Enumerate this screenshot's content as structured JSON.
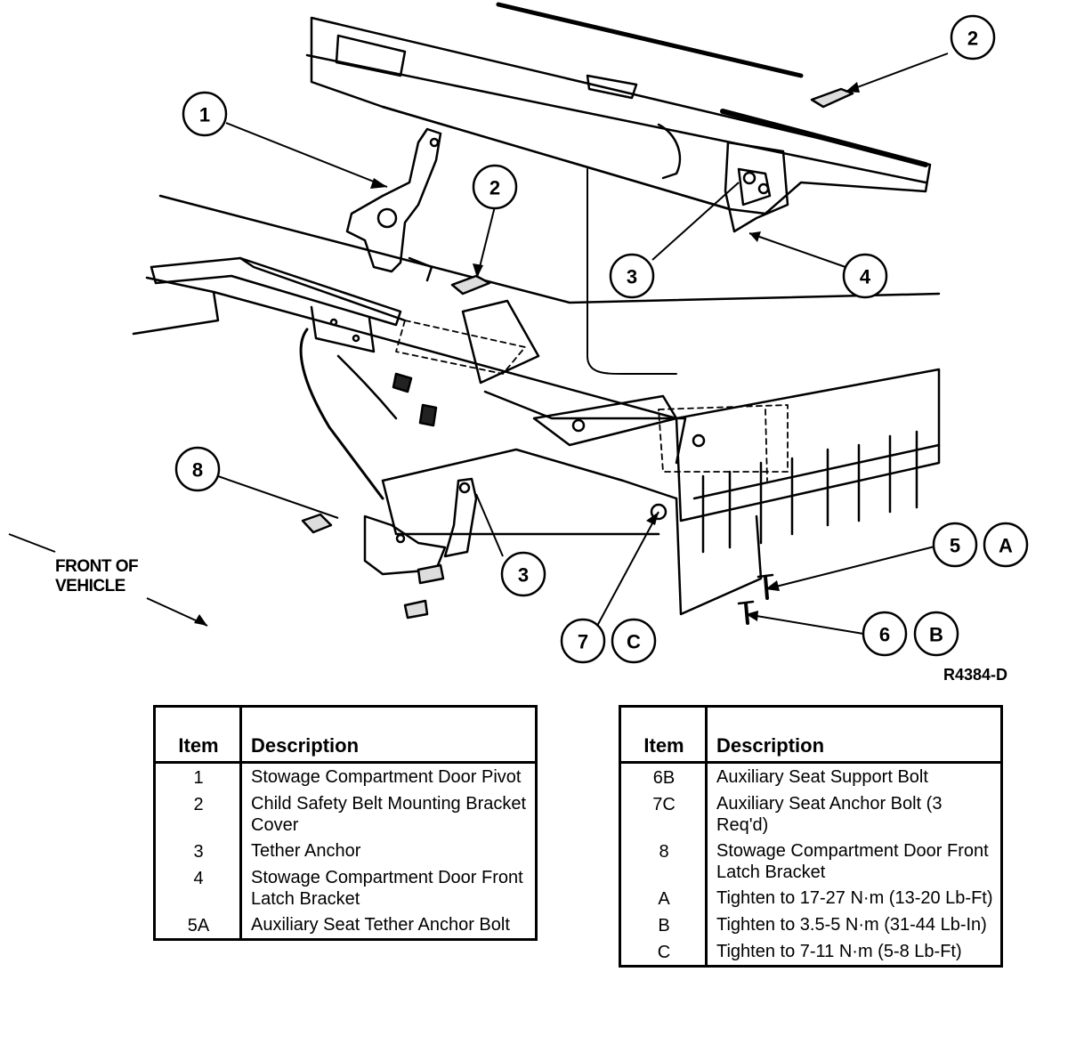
{
  "callouts": {
    "c1": "1",
    "c2a": "2",
    "c2b": "2",
    "c3a": "3",
    "c3b": "3",
    "c4": "4",
    "c5": "5",
    "cA": "A",
    "c6": "6",
    "cB": "B",
    "c7": "7",
    "cC": "C",
    "c8": "8"
  },
  "front_label": {
    "line1": "FRONT OF",
    "line2": "VEHICLE"
  },
  "figure_id": "R4384-D",
  "legend_left": {
    "header_item": "Item",
    "header_desc": "Description",
    "rows": [
      {
        "item": "1",
        "desc": "Stowage Compartment Door Pivot"
      },
      {
        "item": "2",
        "desc": "Child Safety Belt Mounting Bracket Cover"
      },
      {
        "item": "3",
        "desc": "Tether Anchor"
      },
      {
        "item": "4",
        "desc": "Stowage Compartment Door Front Latch Bracket"
      },
      {
        "item": "5A",
        "desc": "Auxiliary Seat Tether Anchor Bolt"
      }
    ]
  },
  "legend_right": {
    "header_item": "Item",
    "header_desc": "Description",
    "rows": [
      {
        "item": "6B",
        "desc": "Auxiliary Seat Support Bolt"
      },
      {
        "item": "7C",
        "desc": "Auxiliary Seat Anchor Bolt (3 Req'd)"
      },
      {
        "item": "8",
        "desc": "Stowage Compartment Door Front Latch Bracket"
      },
      {
        "item": "A",
        "desc": "Tighten to 17-27 N·m (13-20 Lb-Ft)"
      },
      {
        "item": "B",
        "desc": "Tighten to 3.5-5 N·m (31-44 Lb-In)"
      },
      {
        "item": "C",
        "desc": "Tighten to 7-11 N·m (5-8 Lb-Ft)"
      }
    ]
  }
}
